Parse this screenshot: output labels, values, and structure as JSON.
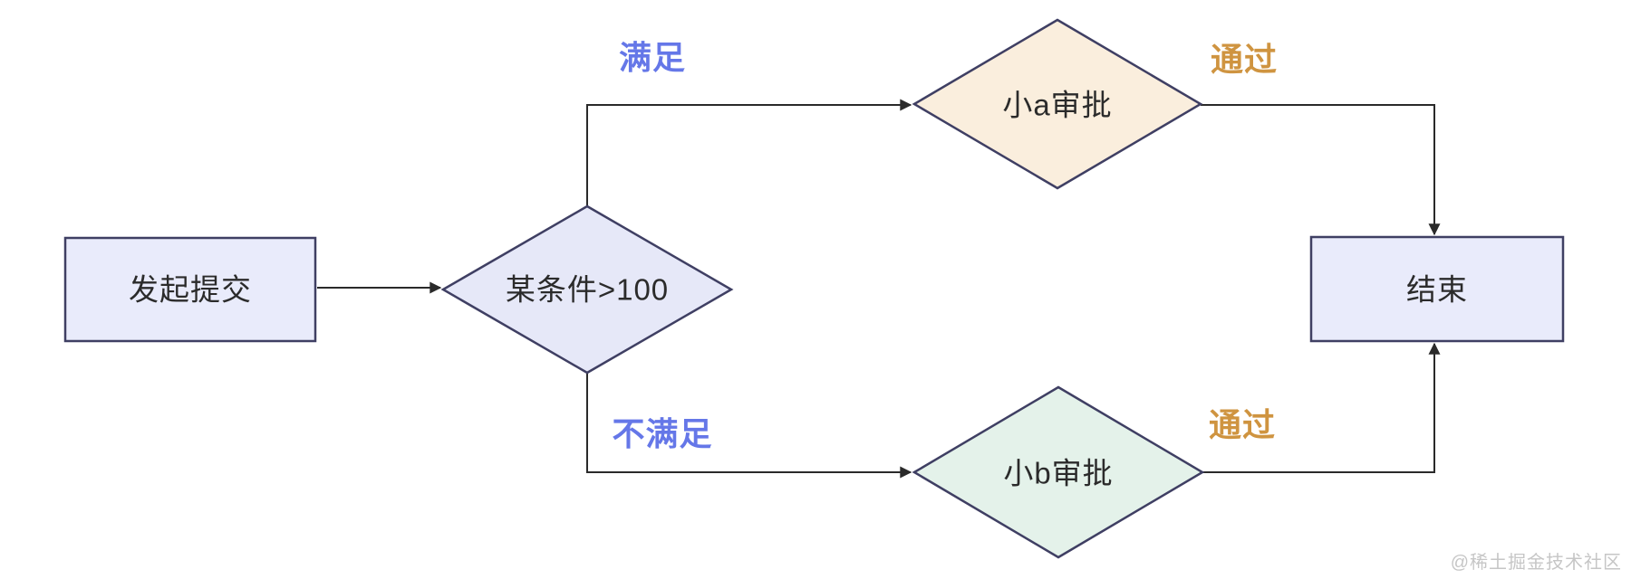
{
  "diagram": {
    "type": "flowchart",
    "background": "#ffffff",
    "border_color": "#3f3f63",
    "edge_line_color": "#2a2a2a",
    "text_color": "#2b2b2b",
    "nodes": {
      "start": {
        "label": "发起提交",
        "shape": "rectangle",
        "fill": "#e9ebfb"
      },
      "condition": {
        "label": "某条件>100",
        "shape": "diamond",
        "fill": "#e6e8f8"
      },
      "approver_a": {
        "label": "小a审批",
        "shape": "diamond",
        "fill": "#faeedd"
      },
      "approver_b": {
        "label": "小b审批",
        "shape": "diamond",
        "fill": "#e4f2ea"
      },
      "end": {
        "label": "结束",
        "shape": "rectangle",
        "fill": "#e9ebfb"
      }
    },
    "edges": [
      {
        "from": "start",
        "to": "condition",
        "label": "",
        "label_color": ""
      },
      {
        "from": "condition",
        "to": "approver_a",
        "label": "满足",
        "label_color": "#6577e8"
      },
      {
        "from": "condition",
        "to": "approver_b",
        "label": "不满足",
        "label_color": "#6577e8"
      },
      {
        "from": "approver_a",
        "to": "end",
        "label": "通过",
        "label_color": "#cf9440"
      },
      {
        "from": "approver_b",
        "to": "end",
        "label": "通过",
        "label_color": "#cf9440"
      }
    ]
  },
  "watermark": {
    "text": "@稀土掘金技术社区",
    "color": "#c6c6c6"
  }
}
